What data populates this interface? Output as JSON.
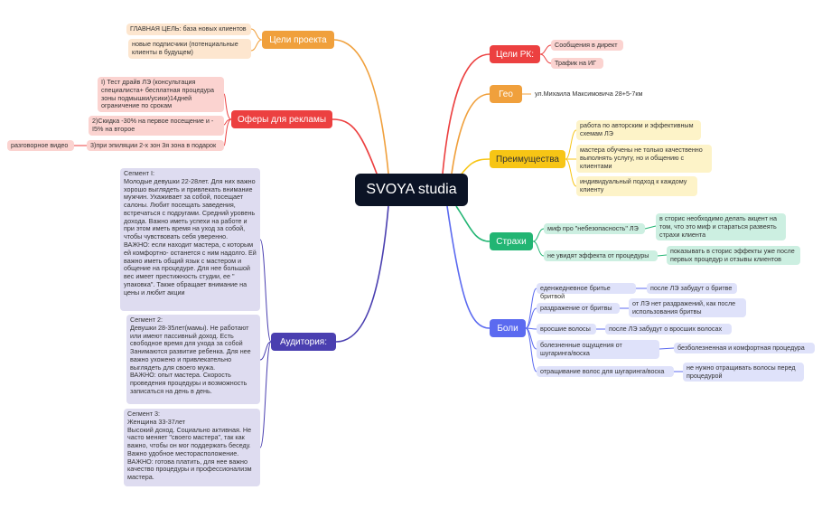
{
  "center": {
    "title": "SVOYA studia"
  },
  "colors": {
    "orange": "#f0a03c",
    "red": "#ec4040",
    "yellow": "#f7c515",
    "green": "#22b573",
    "blue": "#5b6af0",
    "purple": "#4a3fb0"
  },
  "left": {
    "goals": {
      "label": "Цели проекта",
      "items": [
        "ГЛАВНАЯ ЦЕЛЬ: база новых клиентов",
        "новые подписчики (потенциальные клиенты в будущем)"
      ]
    },
    "offers": {
      "label": "Оферы для рекламы",
      "items": [
        "I) Тест драйв ЛЭ (консультация специалиста+ бесплатная процедура зоны подмышки/усики)14дней ограничение по срокам",
        "2)Скидка -30% на первое посещение и -I5% на второе",
        "3)при эпиляции 2-х зон 3я зона в подарок"
      ],
      "sub_item": "разговорное видео"
    },
    "audience": {
      "label": "Аудитория:",
      "segments": [
        "Сегмент I:\nМолодые девушки 22-28лет. Для них важно хорошо выглядеть и привлекать внимание мужчин. Ухаживает за собой, посещает салоны. Любит посещать заведения, встречаться с подругами. Средний уровень дохода. Важно иметь успехи на работе и при этом иметь время на уход за собой, чтобы чувствовать себя уверенно.\nВАЖНО: если находит мастера, с которым ей комфортно- останется с ним надолго. Ей важно иметь общий язык с мастером и общение на процедуре. Для нее большой вес имеет престижность студии, ее \" упаковка\". Также обращает внимание на цены и любит акции",
        "Сегмент 2:\nДевушки 28-35лет(мамы). Не работают или имеют пассивный доход. Есть свободное время для ухода за собой Занимаются развитие ребенка. Для нее важно ухожено и привлекательно выглядеть для своего мужа.\nВАЖНО: опыт мастера. Скорость проведения процедуры и возможность записаться на день в день.",
        "Сегмент 3:\nЖенщина 33-37лет\nВысокий доход. Социально активная. Не часто меняет \"своего мастера\", так как важно, чтобы он мог поддержать беседу. Важно удобное месторасположение.\nВАЖНО: готова платить, для нее важно качество процедуры и профессионализм мастера."
      ]
    }
  },
  "right": {
    "rk": {
      "label": "Цели РК:",
      "items": [
        "Сообщения в директ",
        "Трафик на ИГ"
      ]
    },
    "geo": {
      "label": "Гео",
      "items": [
        "ул.Михаила Максимовича 28+5-7км"
      ]
    },
    "advantages": {
      "label": "Преимущества",
      "items": [
        "работа по авторским и эффективным схемам ЛЭ",
        "мастера обучены не только качественно выполнять услугу, но и общению с клиентами",
        "индивидуальный подход к каждому клиенту"
      ]
    },
    "fears": {
      "label": "Страхи",
      "items": [
        {
          "text": "миф про \"небезопасность\" ЛЭ",
          "answer": "в сторис необходимо делать акцент на том, что это миф и стараться развеять страхи клиента"
        },
        {
          "text": "не увидят эффекта от процедуры",
          "answer": "показывать в сторис эффекты уже после первых процедур и отзывы клиентов"
        }
      ]
    },
    "pains": {
      "label": "Боли",
      "items": [
        {
          "text": "еденжедневное бритье бритвой",
          "answer": "после ЛЭ забудут о бритве"
        },
        {
          "text": "раздражение от бритвы",
          "answer": "от ЛЭ нет раздражений, как после использования бритвы"
        },
        {
          "text": "вросшие волосы",
          "answer": "после ЛЭ забудут о вросших волосах"
        },
        {
          "text": "болезненные ощущения от шугаринга/воска",
          "answer": "безболезненная и комфортная процедура"
        },
        {
          "text": "отращивание волос для шугаринга/воска",
          "answer": "не нужно отращивать волосы перед процедурой"
        }
      ]
    }
  }
}
